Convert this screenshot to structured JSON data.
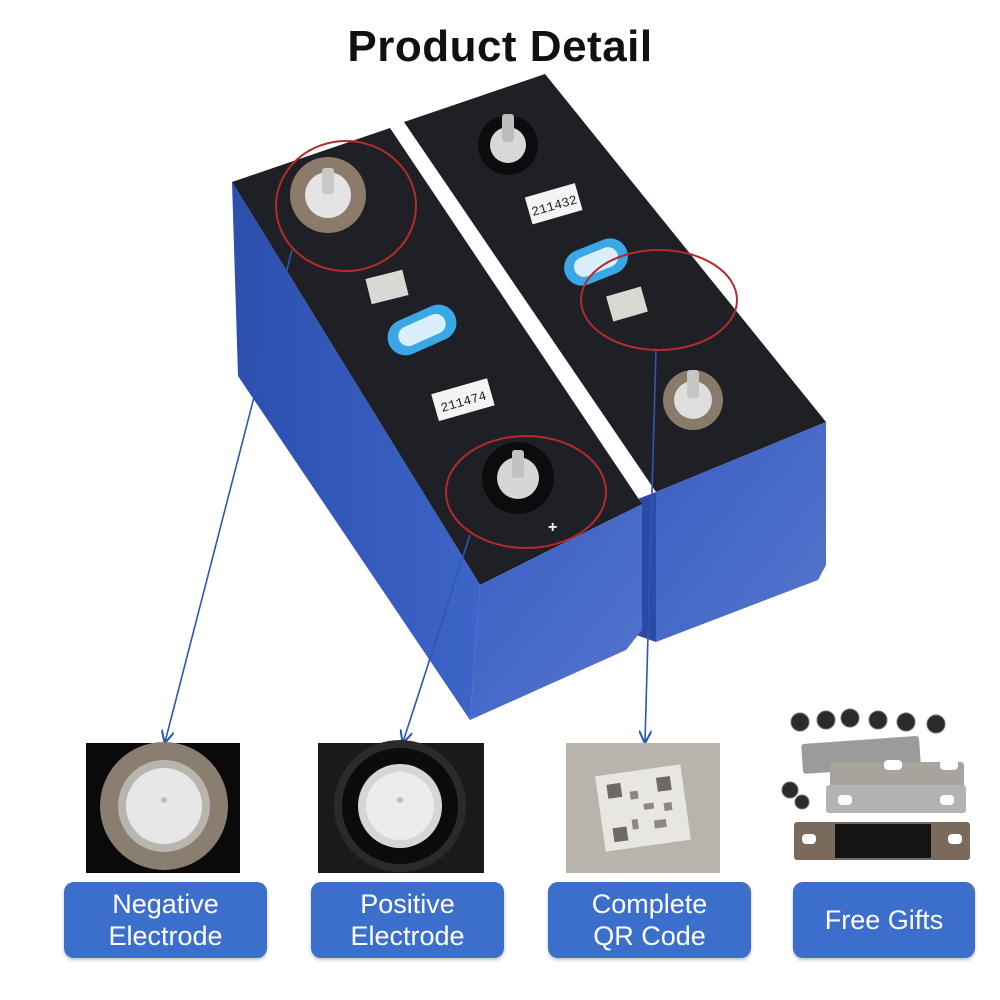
{
  "title": "Product Detail",
  "colors": {
    "button": "#3c6fcb",
    "cell_blue": "#3156b8",
    "cell_top": "#1d1f24",
    "arrow": "#2e56b6",
    "highlight_circle": "#b52a2a",
    "vent_blue": "#3aa7e6"
  },
  "cells": {
    "front_label": "211474",
    "back_label": "211432",
    "positive_mark": "+"
  },
  "callouts": [
    {
      "id": "negative",
      "line1": "Negative",
      "line2": "Electrode"
    },
    {
      "id": "positive",
      "line1": "Positive",
      "line2": "Electrode"
    },
    {
      "id": "qr",
      "line1": "Complete",
      "line2": "QR Code"
    },
    {
      "id": "gifts",
      "line1": "Free Gifts",
      "line2": ""
    }
  ]
}
